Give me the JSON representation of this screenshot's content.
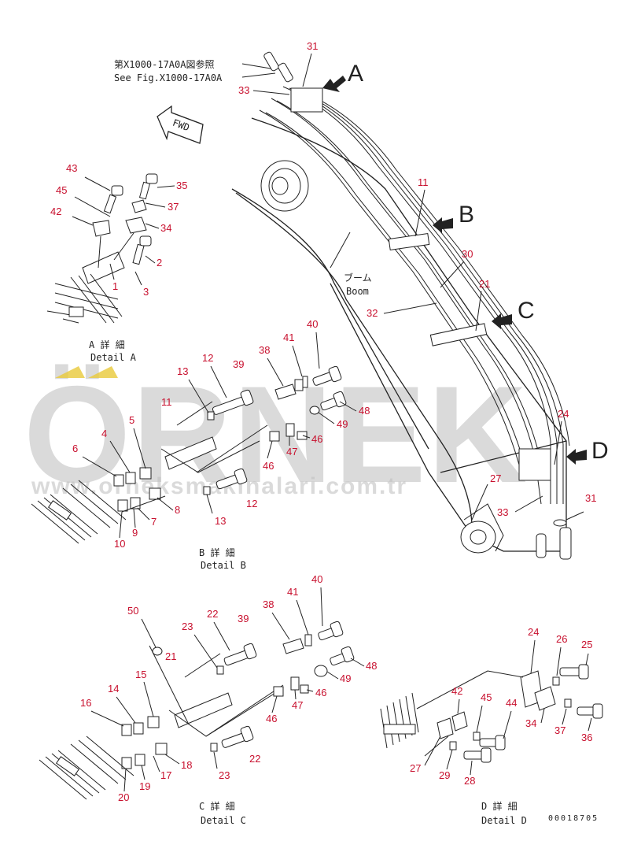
{
  "reference": {
    "line1": "第X1000-17A0A図参照",
    "line2": "See Fig.X1000-17A0A"
  },
  "fwd_label": "FWD",
  "boom_label": {
    "jp": "ブーム",
    "en": "Boom"
  },
  "view_letters": [
    "A",
    "B",
    "C",
    "D"
  ],
  "details": {
    "a": {
      "jp": "A 詳 細",
      "en": "Detail A"
    },
    "b": {
      "jp": "B 詳 細",
      "en": "Detail B"
    },
    "c": {
      "jp": "C 詳 細",
      "en": "Detail C"
    },
    "d": {
      "jp": "D 詳 細",
      "en": "Detail D"
    }
  },
  "watermark": {
    "main": "ÖRNEK",
    "url": "www.orneksmakinalari.com.tr"
  },
  "drawing_number": "00018705",
  "callouts": {
    "main": [
      "31",
      "33",
      "11",
      "30",
      "21",
      "32",
      "24",
      "27",
      "33",
      "31"
    ],
    "detail_a": [
      "43",
      "35",
      "45",
      "37",
      "42",
      "34",
      "2",
      "1",
      "3"
    ],
    "detail_b": [
      "12",
      "39",
      "38",
      "41",
      "40",
      "13",
      "11",
      "48",
      "49",
      "46",
      "5",
      "4",
      "6",
      "46",
      "47",
      "12",
      "13",
      "8",
      "7",
      "9",
      "10"
    ],
    "detail_c": [
      "50",
      "22",
      "23",
      "39",
      "38",
      "41",
      "40",
      "21",
      "15",
      "48",
      "49",
      "46",
      "14",
      "16",
      "46",
      "47",
      "22",
      "23",
      "18",
      "17",
      "19",
      "20"
    ],
    "detail_d": [
      "24",
      "26",
      "25",
      "42",
      "45",
      "44",
      "34",
      "37",
      "36",
      "27",
      "29",
      "28"
    ]
  }
}
